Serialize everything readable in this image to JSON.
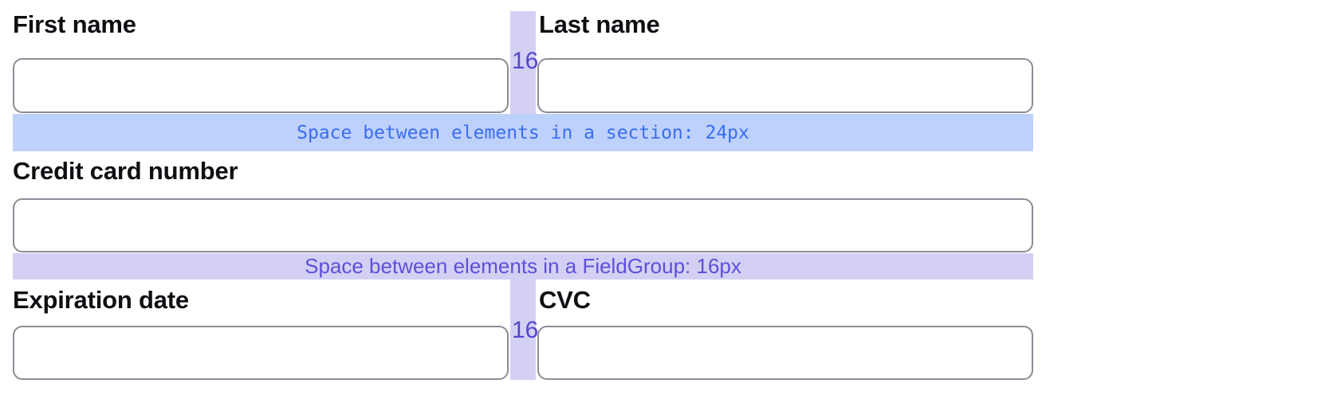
{
  "form": {
    "fields": {
      "first_name": {
        "label": "First name",
        "value": ""
      },
      "last_name": {
        "label": "Last name",
        "value": ""
      },
      "card_number": {
        "label": "Credit card number",
        "value": ""
      },
      "expiration": {
        "label": "Expiration date",
        "value": ""
      },
      "cvc": {
        "label": "CVC",
        "value": ""
      }
    }
  },
  "annotations": {
    "section_gap_band": {
      "text": "Space between elements in a section: 24px",
      "text_color": "#3a6df3",
      "bg_color": "#bed1fb"
    },
    "fieldgroup_gap_band": {
      "text": "Space between elements in a FieldGroup: 16px",
      "text_color": "#5d50da",
      "bg_color": "#d4d0f3"
    },
    "column_gap_top": {
      "size": "16",
      "text_color": "#5346cf",
      "bg_color": "#d4d0f3"
    },
    "column_gap_bottom": {
      "size": "16",
      "text_color": "#5346cf",
      "bg_color": "#d4d0f3"
    }
  },
  "colors": {
    "input_border": "#8a8d96",
    "label_text": "#0e0e13",
    "background": "#ffffff"
  }
}
